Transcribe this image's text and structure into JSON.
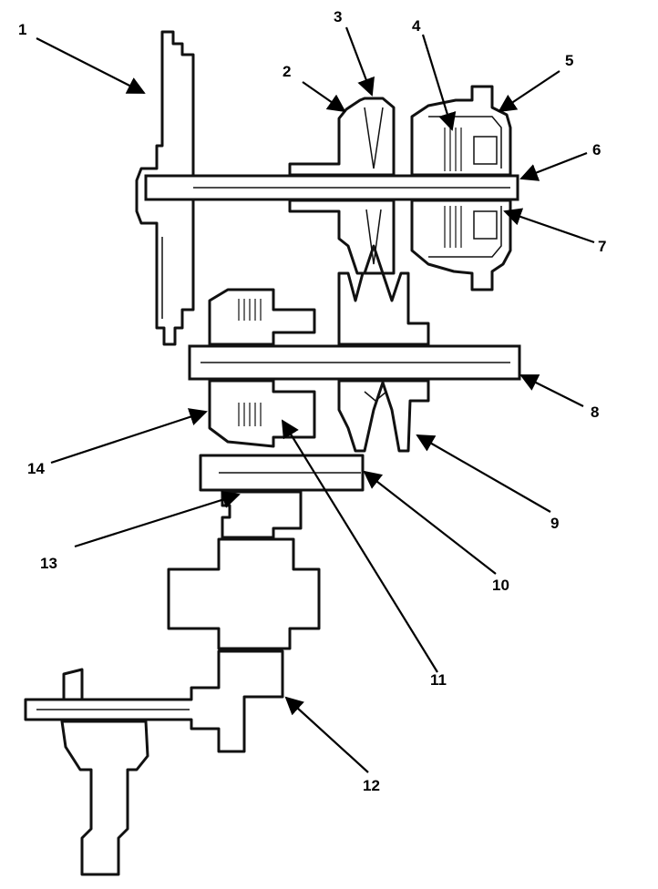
{
  "colors": {
    "line": "#111111",
    "background": "#ffffff"
  },
  "callouts": [
    "1",
    "2",
    "3",
    "4",
    "5",
    "6",
    "7",
    "8",
    "9",
    "10",
    "11",
    "12",
    "13",
    "14"
  ]
}
